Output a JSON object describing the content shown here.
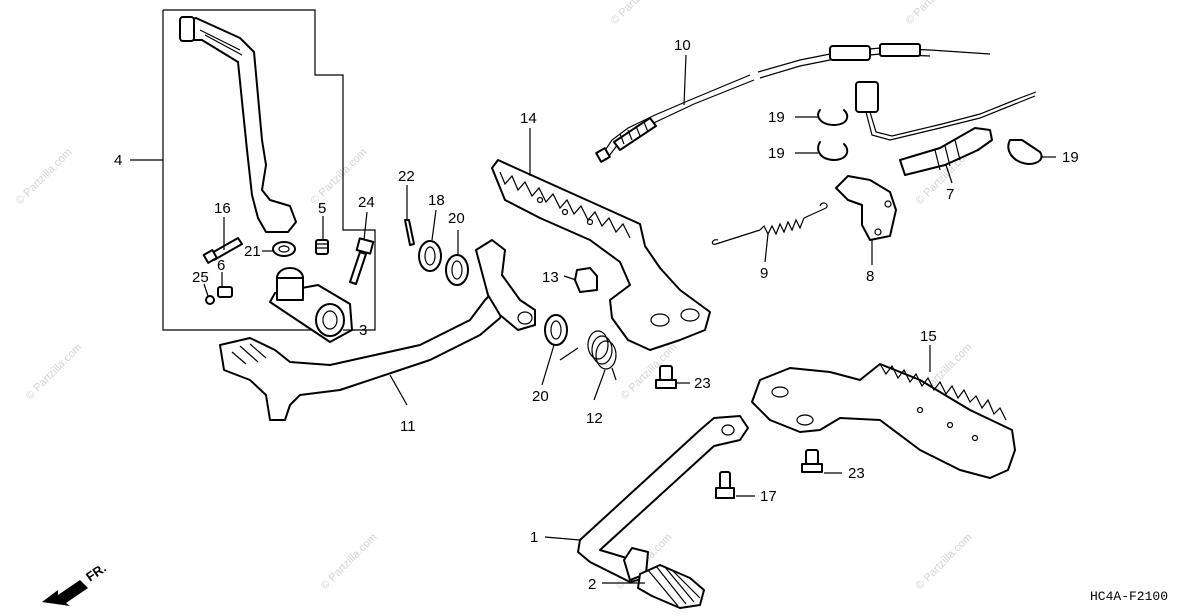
{
  "diagram": {
    "callouts": [
      {
        "id": "1",
        "text": "1"
      },
      {
        "id": "2",
        "text": "2"
      },
      {
        "id": "3",
        "text": "3"
      },
      {
        "id": "4",
        "text": "4"
      },
      {
        "id": "5",
        "text": "5"
      },
      {
        "id": "6",
        "text": "6"
      },
      {
        "id": "7",
        "text": "7"
      },
      {
        "id": "8",
        "text": "8"
      },
      {
        "id": "9",
        "text": "9"
      },
      {
        "id": "10",
        "text": "10"
      },
      {
        "id": "11",
        "text": "11"
      },
      {
        "id": "12",
        "text": "12"
      },
      {
        "id": "13",
        "text": "13"
      },
      {
        "id": "14",
        "text": "14"
      },
      {
        "id": "15",
        "text": "15"
      },
      {
        "id": "16",
        "text": "16"
      },
      {
        "id": "17",
        "text": "17"
      },
      {
        "id": "18",
        "text": "18"
      },
      {
        "id": "19a",
        "text": "19"
      },
      {
        "id": "19b",
        "text": "19"
      },
      {
        "id": "19c",
        "text": "19"
      },
      {
        "id": "20a",
        "text": "20"
      },
      {
        "id": "20b",
        "text": "20"
      },
      {
        "id": "21",
        "text": "21"
      },
      {
        "id": "22",
        "text": "22"
      },
      {
        "id": "23a",
        "text": "23"
      },
      {
        "id": "23b",
        "text": "23"
      },
      {
        "id": "24",
        "text": "24"
      },
      {
        "id": "25",
        "text": "25"
      }
    ],
    "diagram_code": "HC4A-F2100",
    "direction_label": "FR.",
    "watermark": "© Partzilla.com"
  }
}
